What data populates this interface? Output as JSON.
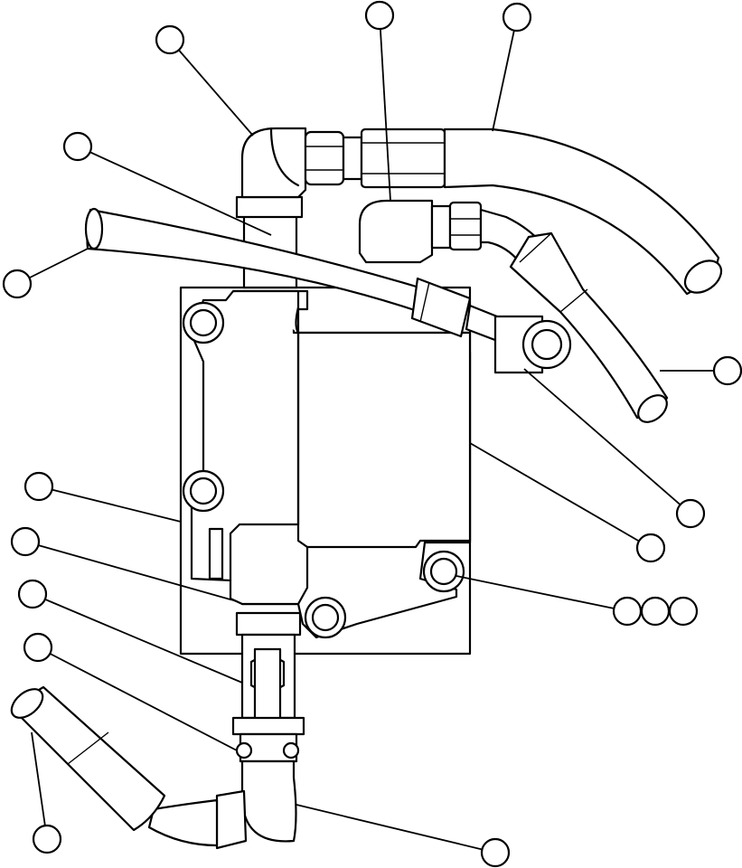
{
  "diagram": {
    "callouts": [
      {
        "id": "c1",
        "label": ""
      },
      {
        "id": "c2",
        "label": ""
      },
      {
        "id": "c3",
        "label": ""
      },
      {
        "id": "c4",
        "label": ""
      },
      {
        "id": "c5",
        "label": ""
      },
      {
        "id": "c6",
        "label": ""
      },
      {
        "id": "c7",
        "label": ""
      },
      {
        "id": "c8",
        "label": ""
      },
      {
        "id": "c9",
        "label": ""
      },
      {
        "id": "c10",
        "label": ""
      },
      {
        "id": "c11",
        "label": ""
      },
      {
        "id": "c12",
        "label": ""
      },
      {
        "id": "c13",
        "label": ""
      },
      {
        "id": "c14",
        "label": ""
      },
      {
        "id": "c15",
        "label": ""
      },
      {
        "id": "c16",
        "label": ""
      },
      {
        "id": "c17",
        "label": ""
      },
      {
        "id": "c18",
        "label": ""
      },
      {
        "id": "c19",
        "label": ""
      }
    ]
  }
}
